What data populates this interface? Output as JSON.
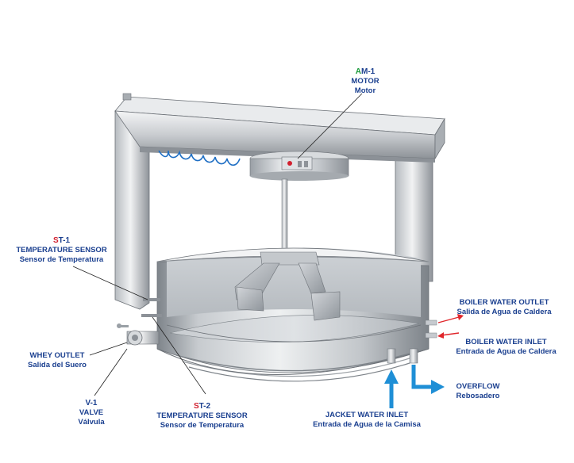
{
  "colors": {
    "label_blue": "#1a3f8f",
    "code_red": "#d2202f",
    "code_green": "#1a9a3a",
    "arrow_blue": "#1f8fd6",
    "arrow_red": "#e0262b",
    "steel_light": "#eef0f2",
    "steel_dark": "#8a8f95"
  },
  "labels": {
    "motor": {
      "code_prefix": "A",
      "code_rest": "M-1",
      "title": "MOTOR",
      "subtitle": "Motor"
    },
    "st1": {
      "code_prefix": "S",
      "code_rest": "T-1",
      "title": "TEMPERATURE SENSOR",
      "subtitle": "Sensor de Temperatura"
    },
    "st2": {
      "code_prefix": "S",
      "code_rest": "T-2",
      "title": "TEMPERATURE SENSOR",
      "subtitle": "Sensor de Temperatura"
    },
    "whey": {
      "title": "WHEY OUTLET",
      "subtitle": "Salida del Suero"
    },
    "valve": {
      "code": "V-1",
      "title": "VALVE",
      "subtitle": "Válvula"
    },
    "boiler_out": {
      "title": "BOILER WATER OUTLET",
      "subtitle": "Salida de Agua de Caldera"
    },
    "boiler_in": {
      "title": "BOILER WATER INLET",
      "subtitle": "Entrada de Agua de Caldera"
    },
    "overflow": {
      "title": "OVERFLOW",
      "subtitle": "Rebosadero"
    },
    "jacket": {
      "title": "JACKET WATER INLET",
      "subtitle": "Entrada de Agua de la Camisa"
    }
  }
}
